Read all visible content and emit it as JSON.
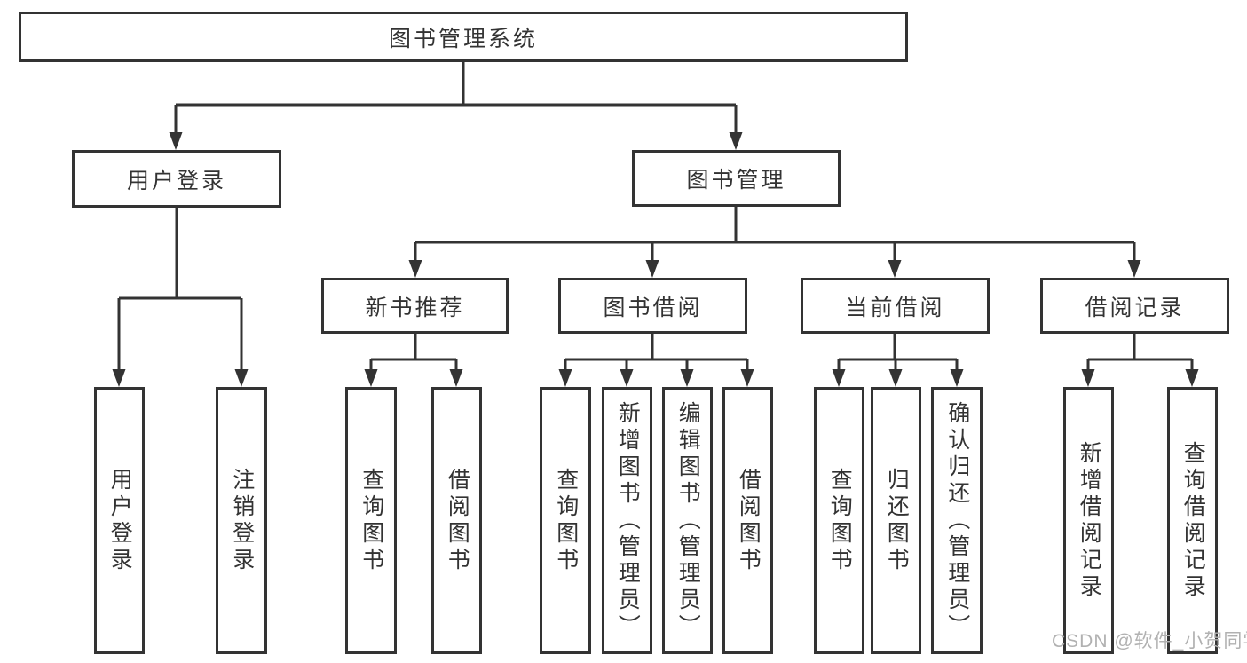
{
  "diagram": {
    "title": "图书管理系统",
    "level2": {
      "user_login": "用户登录",
      "book_management": "图书管理"
    },
    "user_login_children": [
      "用户登录",
      "注销登录"
    ],
    "level3": [
      "新书推荐",
      "图书借阅",
      "当前借阅",
      "借阅记录"
    ],
    "new_book_children": [
      "查询图书",
      "借阅图书"
    ],
    "book_borrow_children": [
      "查询图书",
      "新增图书（管理员）",
      "编辑图书（管理员）",
      "借阅图书"
    ],
    "current_borrow_children": [
      "查询图书",
      "归还图书",
      "确认归还（管理员）"
    ],
    "borrow_record_children": [
      "新增借阅记录",
      "查询借阅记录"
    ]
  },
  "watermark": "CSDN @软件_小贺同学",
  "colors": {
    "line": "#333333",
    "text": "#333333",
    "background": "#ffffff",
    "watermark": "#b1b1b1"
  }
}
